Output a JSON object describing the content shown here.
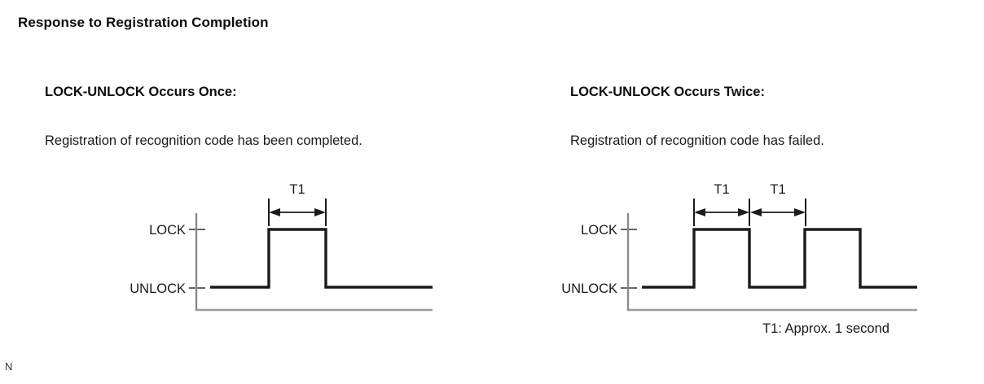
{
  "document": {
    "title": "Response to Registration Completion",
    "corner_mark": "N"
  },
  "columns": [
    {
      "id": "lock-unlock-once",
      "heading": "LOCK-UNLOCK Occurs Once:",
      "body": "Registration of recognition code has been completed."
    },
    {
      "id": "lock-unlock-twice",
      "heading": "LOCK-UNLOCK Occurs Twice:",
      "body": "Registration of recognition code has failed."
    }
  ],
  "notes": {
    "t1_definition": "T1: Approx. 1 second"
  },
  "chart_data": [
    {
      "id": "timing-once",
      "type": "line",
      "title": "LOCK-UNLOCK Occurs Once",
      "xlabel": "",
      "ylabel": "",
      "grid": false,
      "legend": "none",
      "y_tick_labels": [
        "LOCK",
        "UNLOCK"
      ],
      "levels": {
        "LOCK": 1,
        "UNLOCK": 0
      },
      "annotations": [
        {
          "label": "T1",
          "from_t": 1,
          "to_t": 2
        }
      ],
      "series": [
        {
          "name": "lock-signal",
          "x": [
            0,
            1,
            1,
            2,
            2,
            3
          ],
          "values": [
            0,
            0,
            1,
            1,
            0,
            0
          ],
          "state_labels": [
            "UNLOCK",
            "UNLOCK",
            "LOCK",
            "LOCK",
            "UNLOCK",
            "UNLOCK"
          ]
        }
      ],
      "xlim": [
        0,
        3
      ],
      "ylim": [
        0,
        1
      ]
    },
    {
      "id": "timing-twice",
      "type": "line",
      "title": "LOCK-UNLOCK Occurs Twice",
      "xlabel": "",
      "ylabel": "",
      "grid": false,
      "legend": "none",
      "y_tick_labels": [
        "LOCK",
        "UNLOCK"
      ],
      "levels": {
        "LOCK": 1,
        "UNLOCK": 0
      },
      "annotations": [
        {
          "label": "T1",
          "from_t": 1,
          "to_t": 2
        },
        {
          "label": "T1",
          "from_t": 2,
          "to_t": 3
        }
      ],
      "series": [
        {
          "name": "lock-signal",
          "x": [
            0,
            1,
            1,
            2,
            2,
            3,
            3,
            4,
            4,
            5
          ],
          "values": [
            0,
            0,
            1,
            1,
            0,
            0,
            1,
            1,
            0,
            0
          ],
          "state_labels": [
            "UNLOCK",
            "UNLOCK",
            "LOCK",
            "LOCK",
            "UNLOCK",
            "UNLOCK",
            "LOCK",
            "LOCK",
            "UNLOCK",
            "UNLOCK"
          ]
        }
      ],
      "xlim": [
        0,
        5
      ],
      "ylim": [
        0,
        1
      ]
    }
  ],
  "labels": {
    "lock": "LOCK",
    "unlock": "UNLOCK",
    "t1": "T1"
  },
  "colors": {
    "text": "#1a1a1a",
    "waveform": "#1b1b1b",
    "axis": "#7a7a7a",
    "tick": "#333333",
    "background": "#ffffff"
  }
}
